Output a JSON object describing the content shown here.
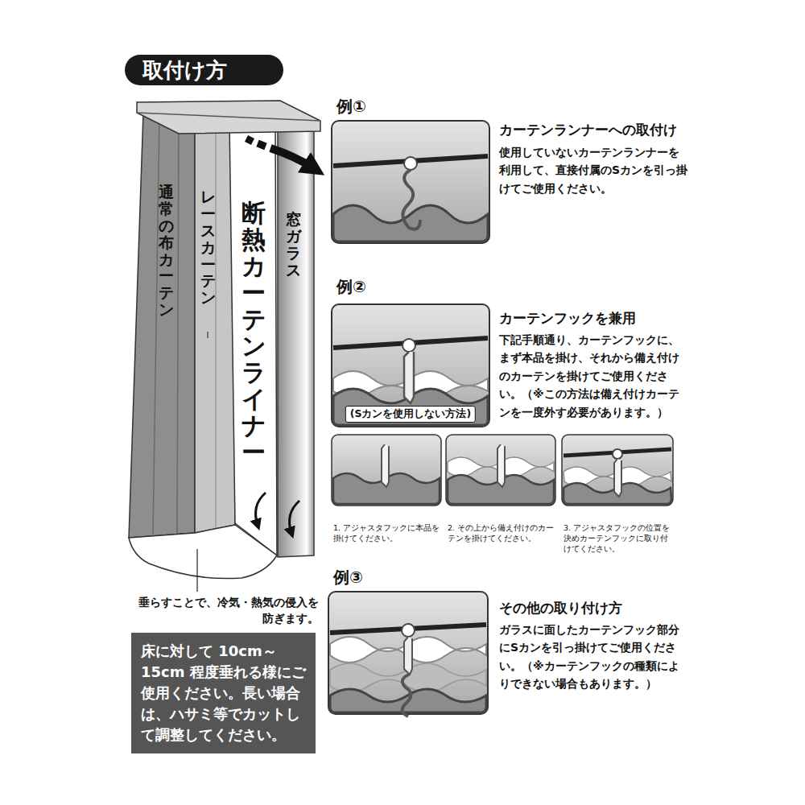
{
  "diagram": {
    "title": "取付け方",
    "nodes": [
      {
        "text": [
          "通常の布カーテン"
        ]
      },
      {
        "text": [
          "レースカーテン"
        ]
      },
      {
        "text": [
          "断熱カーテンライナー"
        ]
      },
      {
        "text": [
          "窓ガラス"
        ]
      },
      {
        "text": [
          "床に対して 10cm～15cm 程度垂れる様にご使用ください。長い場合は、ハサミ等でカットして調整してください。"
        ]
      },
      {
        "text": [
          "(Sカンを使用しない方法)"
        ]
      }
    ],
    "labels": [
      "例①",
      "カーテンランナーへの取付け",
      "使用していないカーテンランナーを利用して、直接付属のSカンを引っ掛けてご使用ください。",
      "例②",
      "カーテンフックを兼用",
      "下記手順通り、カーテンフックに、まず本品を掛け、それから備え付けのカーテンを掛けてご使用ください。（※この方法は備え付けカーテンを一度外す必要があります。）",
      "1. アジャスタフックに本品を掛けてください。",
      "2. その上から備え付けのカーテンを掛けてください。",
      "3. アジャスタフックの位置を決めカーテンフックに取り付けてください。",
      "例③",
      "その他の取り付け方",
      "ガラスに面したカーテンフック部分にSカンを引っ掛けてご使用ください。（※カーテンフックの種類によりできない場合もあります。）",
      "垂らすことで、冷気・熱気の侵入を防ぎます。"
    ]
  }
}
